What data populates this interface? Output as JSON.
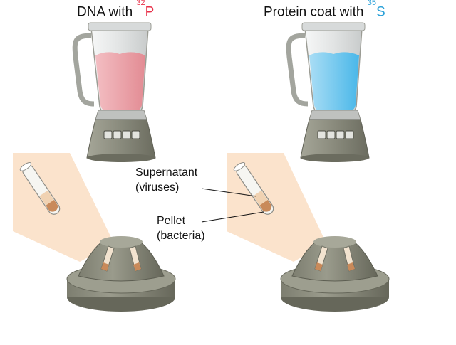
{
  "experiments": [
    {
      "title_prefix": "DNA with ",
      "isotope_mass": "32",
      "isotope_symbol": "P",
      "isotope_color": "#e8314a",
      "liquid_color": "#e5848d",
      "liquid_light_color": "#f3b8bd"
    },
    {
      "title_prefix": "Protein coat with ",
      "isotope_mass": "35",
      "isotope_symbol": "S",
      "isotope_color": "#2aa0d8",
      "liquid_color": "#42b6ea",
      "liquid_light_color": "#a6dcf5"
    }
  ],
  "labels": {
    "supernatant_line1": "Supernatant",
    "supernatant_line2": "(viruses)",
    "pellet_line1": "Pellet",
    "pellet_line2": "(bacteria)"
  },
  "colors": {
    "blender_base": "#8c8d7f",
    "blender_base_dark": "#6b6c5f",
    "blender_jar": "#e6e8e8",
    "blender_jar_edge": "#9b9c94",
    "centrifuge": "#8f8f80",
    "centrifuge_dark": "#6c6d60",
    "zoom_panel": "#fbe3cc",
    "pellet": "#c98a5a",
    "supernatant": "#f0d2b2"
  }
}
